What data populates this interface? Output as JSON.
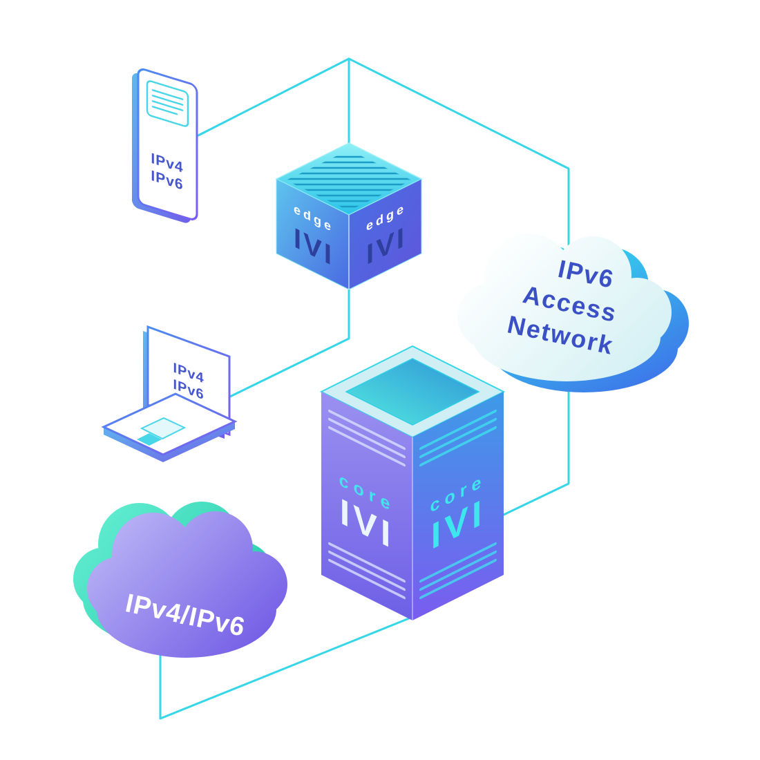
{
  "diagram": {
    "phone": {
      "line1": "IPv4",
      "line2": "IPv6"
    },
    "laptop": {
      "line1": "IPv4",
      "line2": "IPv6"
    },
    "edge_cube": {
      "left": {
        "label": "edge",
        "tech": "IVI"
      },
      "right": {
        "label": "edge",
        "tech": "IVI"
      }
    },
    "core_server": {
      "left": {
        "label": "core",
        "tech": "IVI"
      },
      "right": {
        "label": "core",
        "tech": "IVI"
      }
    },
    "ipv6_cloud": {
      "line1": "IPv6",
      "line2": "Access",
      "line3": "Network"
    },
    "dual_stack_cloud": {
      "label": "IPv4/IPv6"
    },
    "colors": {
      "connector": "#35d6e8",
      "cyan_accent": "#3ee6ee",
      "blue_accent": "#4a66e0",
      "navy_text": "#2e3f9e",
      "indigo_text": "#3b50c4",
      "device_text": "#4656cc",
      "purple": "#6f58e6",
      "teal": "#1fc7a6",
      "background": "#ffffff"
    }
  }
}
